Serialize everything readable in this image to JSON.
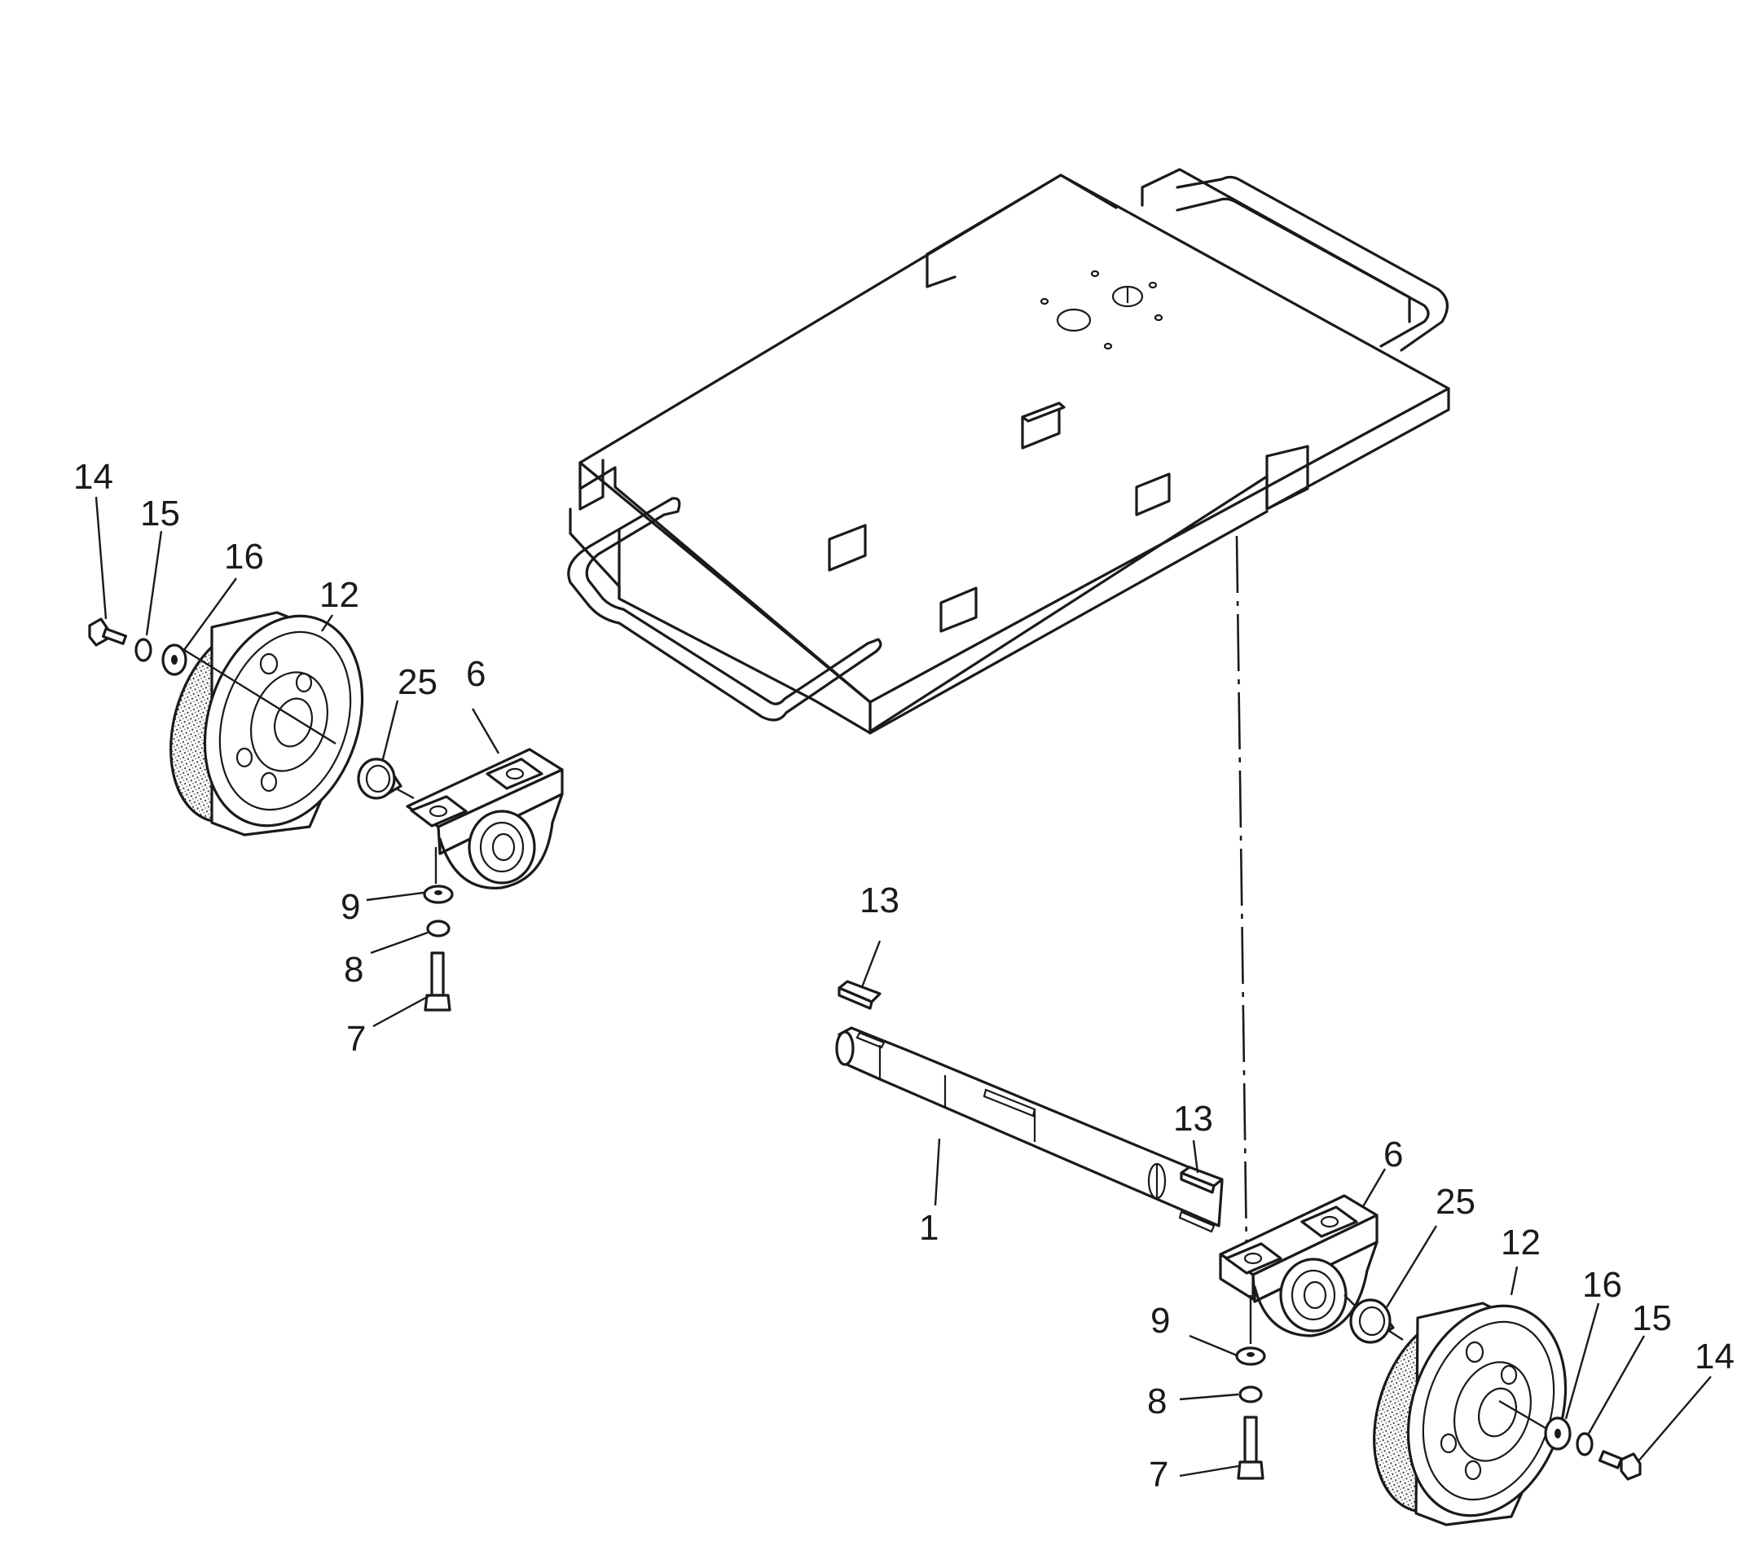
{
  "diagram": {
    "callouts": {
      "left_14": "14",
      "left_15": "15",
      "left_16": "16",
      "left_12": "12",
      "left_25": "25",
      "left_6": "6",
      "left_9": "9",
      "left_8": "8",
      "left_7": "7",
      "shaft_13": "13",
      "shaft_1": "1",
      "right_13": "13",
      "right_6": "6",
      "right_25": "25",
      "right_12": "12",
      "right_16": "16",
      "right_15": "15",
      "right_14": "14",
      "right_9": "9",
      "right_8": "8",
      "right_7": "7"
    }
  }
}
